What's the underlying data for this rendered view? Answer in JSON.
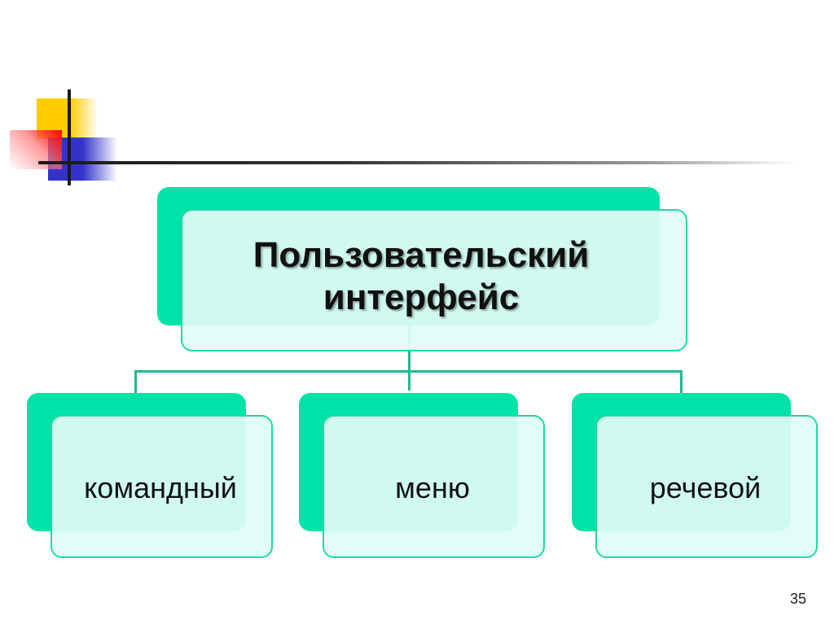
{
  "diagram": {
    "root": {
      "line1": "Пользовательский",
      "line2": "интерфейс"
    },
    "children": [
      {
        "label": "командный"
      },
      {
        "label": "меню"
      },
      {
        "label": "речевой"
      }
    ]
  },
  "colors": {
    "accent": "#00e3a8",
    "box_fill": "#e0fcf6",
    "border": "#22d8a6"
  },
  "slide": {
    "page_number": "35"
  }
}
